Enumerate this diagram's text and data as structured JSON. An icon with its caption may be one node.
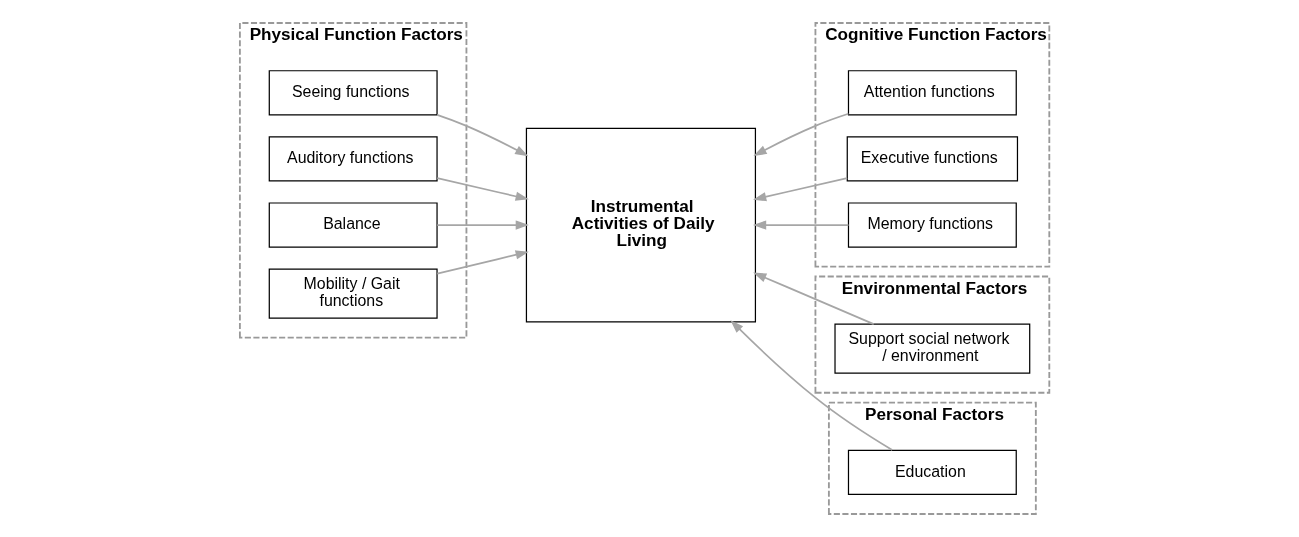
{
  "diagram": {
    "nodes": [
      {
        "text": [
          "Physical Function Factors"
        ]
      },
      {
        "text": [
          "Seeing functions"
        ],
        "in": 0
      },
      {
        "text": [
          "Auditory functions"
        ],
        "in": 0
      },
      {
        "text": [
          "Balance"
        ],
        "in": 0
      },
      {
        "text": [
          "Mobility / Gait functions"
        ],
        "in": 0
      },
      {
        "text": [
          "Instrumental Activities of Daily Living"
        ]
      },
      {
        "text": [
          "Cognitive Function Factors"
        ]
      },
      {
        "text": [
          "Attention functions"
        ],
        "in": 6
      },
      {
        "text": [
          "Executive functions"
        ],
        "in": 6
      },
      {
        "text": [
          "Memory functions"
        ],
        "in": 6
      },
      {
        "text": [
          "Environmental Factors"
        ]
      },
      {
        "text": [
          "Support social network / environment"
        ],
        "in": 10
      },
      {
        "text": [
          "Personal Factors"
        ]
      },
      {
        "text": [
          "Education"
        ],
        "in": 12
      }
    ],
    "edges": [
      {
        "from": 1,
        "to": 5,
        "arrow": "to"
      },
      {
        "from": 2,
        "to": 5,
        "arrow": "to"
      },
      {
        "from": 3,
        "to": 5,
        "arrow": "to"
      },
      {
        "from": 4,
        "to": 5,
        "arrow": "to"
      },
      {
        "from": 7,
        "to": 5,
        "arrow": "to"
      },
      {
        "from": 8,
        "to": 5,
        "arrow": "to"
      },
      {
        "from": 9,
        "to": 5,
        "arrow": "to"
      },
      {
        "from": 11,
        "to": 5,
        "arrow": "to"
      },
      {
        "from": 13,
        "to": 5,
        "arrow": "to"
      }
    ]
  }
}
